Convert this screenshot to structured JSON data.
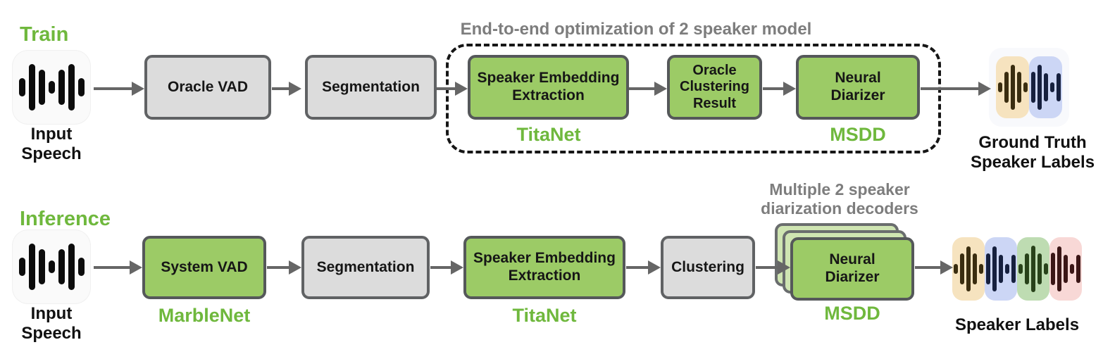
{
  "colors": {
    "accent_green_text": "#6fb83d",
    "node_green_fill": "#9ccb66",
    "node_green_back_stack": "#cfe5b2",
    "node_gray_fill": "#dcdcdc",
    "node_border": "#5b5d5e",
    "arrow_gray": "#666666",
    "note_gray_text": "#7d7d7d",
    "dashed_border": "#161616",
    "speaker1_bg": "#f6e3bf",
    "speaker1_bar": "#3a2d10",
    "speaker2_bg": "#ccd6f5",
    "speaker2_bar": "#16203e",
    "speaker3_bg": "#bedcb2",
    "speaker3_bar": "#28421a",
    "speaker4_bg": "#f8d8d6",
    "speaker4_bar": "#3b1616"
  },
  "icons": {
    "input_speech": "waveform-icon",
    "speaker_label_chip": "waveform-icon"
  },
  "train": {
    "section_label": "Train",
    "input_label": [
      "Input",
      "Speech"
    ],
    "oracle_vad": "Oracle VAD",
    "segmentation": "Segmentation",
    "dashed_title": "End-to-end optimization of 2 speaker model",
    "speaker_embedding": "Speaker Embedding Extraction",
    "titanet": "TitaNet",
    "oracle_clustering": "Oracle Clustering Result",
    "neural_diarizer": "Neural Diarizer",
    "msdd": "MSDD",
    "output_label": [
      "Ground Truth",
      "Speaker Labels"
    ]
  },
  "inference": {
    "section_label": "Inference",
    "input_label": [
      "Input",
      "Speech"
    ],
    "system_vad": "System VAD",
    "marblenet": "MarbleNet",
    "segmentation": "Segmentation",
    "speaker_embedding": "Speaker Embedding Extraction",
    "titanet": "TitaNet",
    "clustering": "Clustering",
    "decoder_note": [
      "Multiple 2 speaker",
      "diarization decoders"
    ],
    "neural_diarizer": "Neural Diarizer",
    "msdd": "MSDD",
    "output_label": "Speaker Labels"
  }
}
